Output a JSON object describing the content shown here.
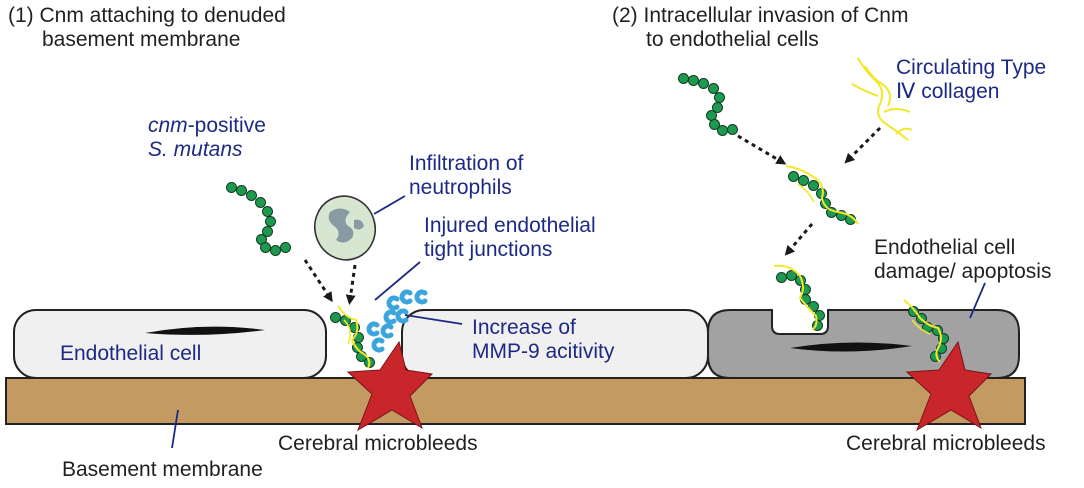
{
  "panel1": {
    "title_line1": "(1) Cnm attaching to denuded",
    "title_line2": "basement membrane"
  },
  "panel2": {
    "title_line1": "(2) Intracellular invasion of Cnm",
    "title_line2": "to endothelial cells"
  },
  "labels": {
    "cnm_line1_italic": "cnm",
    "cnm_line1_rest": "-positive",
    "cnm_line2": "S. mutans",
    "infiltration_line1": "Infiltration of",
    "infiltration_line2": "neutrophils",
    "injured_line1": "Injured endothelial",
    "injured_line2": "tight junctions",
    "mmp_line1": "Increase of",
    "mmp_line2": "MMP-9 acitivity",
    "endothelial_cell": "Endothelial cell",
    "circulating_line1": "Circulating Type",
    "circulating_line2": "Ⅳ collagen",
    "damage_line1": "Endothelial cell",
    "damage_line2": "damage/ apoptosis",
    "microbleeds_left": "Cerebral microbleeds",
    "microbleeds_right": "Cerebral microbleeds",
    "basement_membrane": "Basement membrane"
  },
  "colors": {
    "bacteria": "#1e9a50",
    "collagen": "#f2e82a",
    "membrane": "#c39a62",
    "healthy_cell": "#f0f0f0",
    "damaged_cell": "#a2a2a2",
    "microbleed": "#c8262b",
    "mmp9": "#3aa6dd",
    "neutrophil": "#d6e6d0",
    "label_blue": "#1d2a85"
  }
}
